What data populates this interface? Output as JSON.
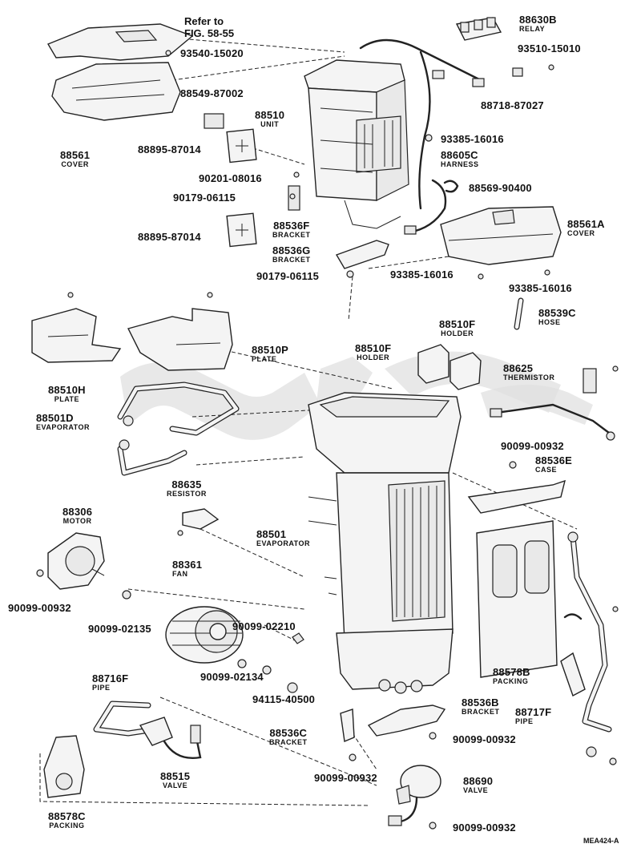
{
  "reference": {
    "line1": "Refer to",
    "line2": "FIG. 58-55"
  },
  "footer_code": "MEA424-A",
  "parts": [
    {
      "id": "p93540-15020",
      "number": "93540-15020",
      "name": ""
    },
    {
      "id": "p88561",
      "number": "88561",
      "name": "COVER"
    },
    {
      "id": "p88549-87002",
      "number": "88549-87002",
      "name": ""
    },
    {
      "id": "p88895-87014-a",
      "number": "88895-87014",
      "name": ""
    },
    {
      "id": "p88510",
      "number": "88510",
      "name": "UNIT"
    },
    {
      "id": "p90201-08016",
      "number": "90201-08016",
      "name": ""
    },
    {
      "id": "p90179-06115-a",
      "number": "90179-06115",
      "name": ""
    },
    {
      "id": "p88536F",
      "number": "88536F",
      "name": "BRACKET"
    },
    {
      "id": "p88895-87014-b",
      "number": "88895-87014",
      "name": ""
    },
    {
      "id": "p88536G",
      "number": "88536G",
      "name": "BRACKET"
    },
    {
      "id": "p90179-06115-b",
      "number": "90179-06115",
      "name": ""
    },
    {
      "id": "p88630B",
      "number": "88630B",
      "name": "RELAY"
    },
    {
      "id": "p93510-15010",
      "number": "93510-15010",
      "name": ""
    },
    {
      "id": "p88718-87027",
      "number": "88718-87027",
      "name": ""
    },
    {
      "id": "p93385-16016-a",
      "number": "93385-16016",
      "name": ""
    },
    {
      "id": "p88605C",
      "number": "88605C",
      "name": "HARNESS"
    },
    {
      "id": "p88569-90400",
      "number": "88569-90400",
      "name": ""
    },
    {
      "id": "p88561A",
      "number": "88561A",
      "name": "COVER"
    },
    {
      "id": "p93385-16016-b",
      "number": "93385-16016",
      "name": ""
    },
    {
      "id": "p93385-16016-c",
      "number": "93385-16016",
      "name": ""
    },
    {
      "id": "p88539C",
      "number": "88539C",
      "name": "HOSE"
    },
    {
      "id": "p88510P",
      "number": "88510P",
      "name": "PLATE"
    },
    {
      "id": "p88510H",
      "number": "88510H",
      "name": "PLATE"
    },
    {
      "id": "p88501D",
      "number": "88501D",
      "name": "EVAPORATOR"
    },
    {
      "id": "p88510F-a",
      "number": "88510F",
      "name": "HOLDER"
    },
    {
      "id": "p88510F-b",
      "number": "88510F",
      "name": "HOLDER"
    },
    {
      "id": "p88625",
      "number": "88625",
      "name": "THERMISTOR"
    },
    {
      "id": "p90099-00932-a",
      "number": "90099-00932",
      "name": ""
    },
    {
      "id": "p88536E",
      "number": "88536E",
      "name": "CASE"
    },
    {
      "id": "p88635",
      "number": "88635",
      "name": "RESISTOR"
    },
    {
      "id": "p88306",
      "number": "88306",
      "name": "MOTOR"
    },
    {
      "id": "p88501",
      "number": "88501",
      "name": "EVAPORATOR"
    },
    {
      "id": "p88361",
      "number": "88361",
      "name": "FAN"
    },
    {
      "id": "p90099-00932-b",
      "number": "90099-00932",
      "name": ""
    },
    {
      "id": "p90099-02135",
      "number": "90099-02135",
      "name": ""
    },
    {
      "id": "p90099-02210",
      "number": "90099-02210",
      "name": ""
    },
    {
      "id": "p90099-02134",
      "number": "90099-02134",
      "name": ""
    },
    {
      "id": "p88716F",
      "number": "88716F",
      "name": "PIPE"
    },
    {
      "id": "p94115-40500",
      "number": "94115-40500",
      "name": ""
    },
    {
      "id": "p88578B",
      "number": "88578B",
      "name": "PACKING"
    },
    {
      "id": "p88536B",
      "number": "88536B",
      "name": "BRACKET"
    },
    {
      "id": "p88717F",
      "number": "88717F",
      "name": "PIPE"
    },
    {
      "id": "p88536C",
      "number": "88536C",
      "name": "BRACKET"
    },
    {
      "id": "p90099-00932-c",
      "number": "90099-00932",
      "name": ""
    },
    {
      "id": "p88515",
      "number": "88515",
      "name": "VALVE"
    },
    {
      "id": "p90099-00932-d",
      "number": "90099-00932",
      "name": ""
    },
    {
      "id": "p88690",
      "number": "88690",
      "name": "VALVE"
    },
    {
      "id": "p88578C",
      "number": "88578C",
      "name": "PACKING"
    },
    {
      "id": "p90099-00932-e",
      "number": "90099-00932",
      "name": ""
    }
  ],
  "colors": {
    "line": "#222222",
    "part_fill": "#f4f4f4",
    "watermark": "#e0e0e0"
  }
}
